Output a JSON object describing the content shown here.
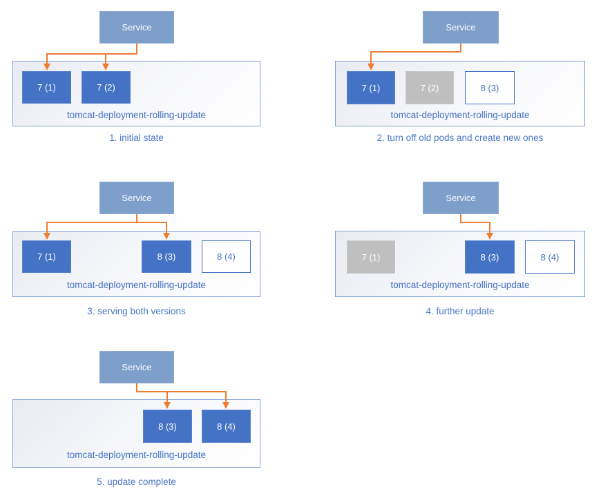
{
  "colors": {
    "accent_blue": "#4472C4",
    "pod_active": "#4472C4",
    "pod_terminated": "#BFBFBF",
    "pod_pending_bg": "#FFFFFF",
    "service_fill": "#7F9FCB",
    "arrow_orange": "#ED7D31",
    "deployment_border": "#7F9FD6",
    "deployment_bg_start": "#E9EBF2"
  },
  "panels": [
    {
      "caption": "1. initial state",
      "service_label": "Service",
      "deployment_label": "tomcat-deployment-rolling-update",
      "service_routes_to": [
        "7 (1)",
        "7 (2)"
      ],
      "pods": [
        {
          "label": "7 (1)",
          "state": "active"
        },
        {
          "label": "7 (2)",
          "state": "active"
        }
      ]
    },
    {
      "caption": "2. turn off old pods and create new ones",
      "service_label": "Service",
      "deployment_label": "tomcat-deployment-rolling-update",
      "service_routes_to": [
        "7 (1)"
      ],
      "pods": [
        {
          "label": "7 (1)",
          "state": "active"
        },
        {
          "label": "7 (2)",
          "state": "terminated"
        },
        {
          "label": "8 (3)",
          "state": "pending"
        }
      ]
    },
    {
      "caption": "3. serving both versions",
      "service_label": "Service",
      "deployment_label": "tomcat-deployment-rolling-update",
      "service_routes_to": [
        "7 (1)",
        "8 (3)"
      ],
      "pods": [
        {
          "label": "7 (1)",
          "state": "active"
        },
        {
          "label": "8 (3)",
          "state": "active"
        },
        {
          "label": "8 (4)",
          "state": "pending"
        }
      ]
    },
    {
      "caption": "4. further update",
      "service_label": "Service",
      "deployment_label": "tomcat-deployment-rolling-update",
      "service_routes_to": [
        "8 (3)"
      ],
      "pods": [
        {
          "label": "7 (1)",
          "state": "terminated"
        },
        {
          "label": "8 (3)",
          "state": "active"
        },
        {
          "label": "8 (4)",
          "state": "pending"
        }
      ]
    },
    {
      "caption": "5. update complete",
      "service_label": "Service",
      "deployment_label": "tomcat-deployment-rolling-update",
      "service_routes_to": [
        "8 (3)",
        "8 (4)"
      ],
      "pods": [
        {
          "label": "8 (3)",
          "state": "active"
        },
        {
          "label": "8 (4)",
          "state": "active"
        }
      ]
    }
  ]
}
